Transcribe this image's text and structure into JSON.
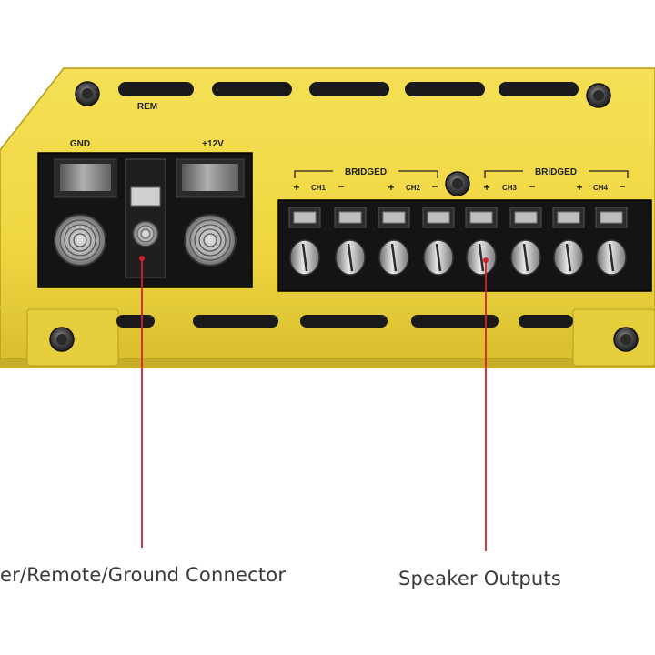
{
  "panel": {
    "remote_label": "REM",
    "ground_label": "GND",
    "power_label": "+12V"
  },
  "speaker_block": {
    "bridged_labels": [
      "BRIDGED",
      "BRIDGED"
    ],
    "channels": [
      {
        "plus": "+",
        "name": "CH1",
        "minus": "−"
      },
      {
        "plus": "+",
        "name": "CH2",
        "minus": "−"
      },
      {
        "plus": "+",
        "name": "CH3",
        "minus": "−"
      },
      {
        "plus": "+",
        "name": "CH4",
        "minus": "−"
      }
    ]
  },
  "callouts": {
    "power_connector": "er/Remote/Ground Connector",
    "speaker_outputs": "Speaker Outputs"
  },
  "colors": {
    "chassis": "#f0d742",
    "terminal": "#1a1a1a",
    "leader_line": "#d4202a",
    "caption_text": "#3a3a3a"
  }
}
